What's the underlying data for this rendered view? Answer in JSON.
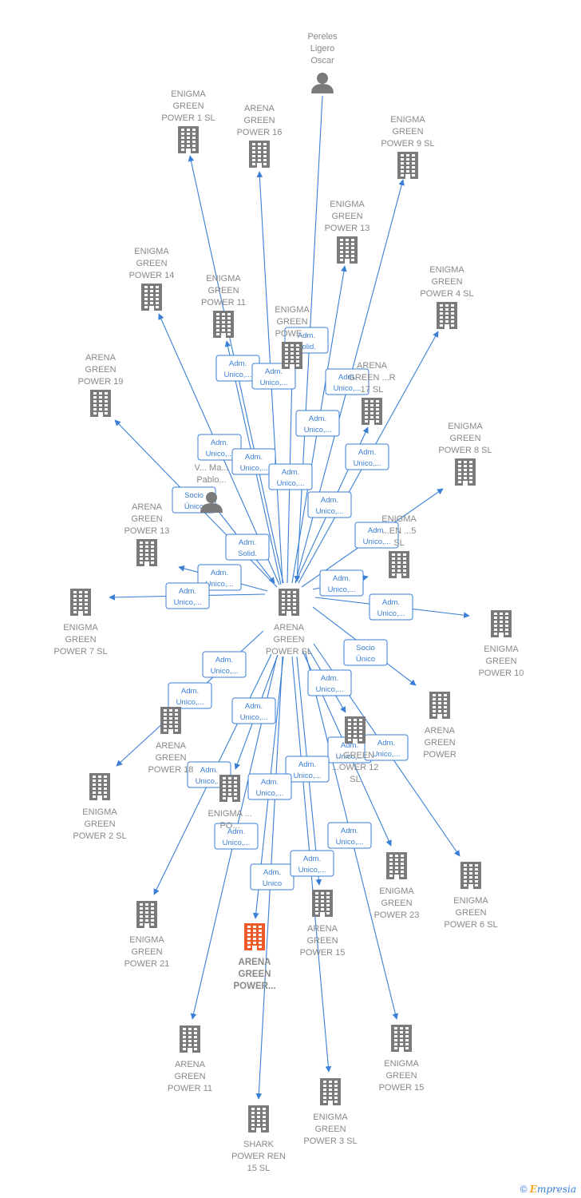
{
  "center": {
    "name": "ARENA GREEN POWER SL"
  },
  "nodes": [
    {
      "id": "pereles",
      "label": "Pereles Ligero Oscar",
      "type": "person"
    },
    {
      "id": "vm",
      "label": "V... Ma... Pablo...",
      "type": "person"
    },
    {
      "id": "egp1",
      "label": "ENIGMA GREEN POWER 1 SL",
      "type": "company"
    },
    {
      "id": "agp16",
      "label": "ARENA GREEN POWER 16 SL",
      "type": "company"
    },
    {
      "id": "egp9",
      "label": "ENIGMA GREEN POWER 9 SL",
      "type": "company"
    },
    {
      "id": "egp13",
      "label": "ENIGMA GREEN POWER 13 SL",
      "type": "company"
    },
    {
      "id": "egp4",
      "label": "ENIGMA GREEN POWER 4 SL",
      "type": "company"
    },
    {
      "id": "egp14",
      "label": "ENIGMA GREEN POWER 14 SL",
      "type": "company"
    },
    {
      "id": "egp11",
      "label": "ENIGMA GREEN POWER 11 SL",
      "type": "company"
    },
    {
      "id": "egp_mid",
      "label": "ENIGMA GREEN POWE...",
      "type": "company"
    },
    {
      "id": "agp17",
      "label": "ARENA GREEN ...R 17 SL",
      "type": "company"
    },
    {
      "id": "agp19",
      "label": "ARENA GREEN POWER 19 SL",
      "type": "company"
    },
    {
      "id": "egp8",
      "label": "ENIGMA GREEN POWER 8 SL",
      "type": "company"
    },
    {
      "id": "agp13",
      "label": "ARENA GREEN POWER 13 SL",
      "type": "company"
    },
    {
      "id": "egp5",
      "label": "ENIGMA ...EN ...5 SL",
      "type": "company"
    },
    {
      "id": "egp7",
      "label": "ENIGMA GREEN POWER 7 SL",
      "type": "company"
    },
    {
      "id": "egp10",
      "label": "ENIGMA GREEN POWER 10 SL",
      "type": "company"
    },
    {
      "id": "agp14",
      "label": "ARENA GREEN POWER 14...",
      "type": "company"
    },
    {
      "id": "agp18",
      "label": "ARENA GREEN POWER 18",
      "type": "company"
    },
    {
      "id": "agp12",
      "label": "...GREEN ...OWER 12 SL",
      "type": "company"
    },
    {
      "id": "egp2",
      "label": "ENIGMA GREEN POWER 2 SL",
      "type": "company"
    },
    {
      "id": "egp_pow",
      "label": "ENIGMA ... PO...",
      "type": "company"
    },
    {
      "id": "egp23",
      "label": "ENIGMA GREEN POWER 23 SL",
      "type": "company"
    },
    {
      "id": "egp6",
      "label": "ENIGMA GREEN POWER 6 SL",
      "type": "company"
    },
    {
      "id": "egp21",
      "label": "ENIGMA GREEN POWER 21 SL",
      "type": "company"
    },
    {
      "id": "agp_hl",
      "label": "ARENA GREEN POWER...",
      "type": "company",
      "highlight": true
    },
    {
      "id": "agp15",
      "label": "ARENA GREEN POWER 15 SL",
      "type": "company"
    },
    {
      "id": "agp11",
      "label": "ARENA GREEN POWER 11 SL",
      "type": "company"
    },
    {
      "id": "egp15",
      "label": "ENIGMA GREEN POWER 15 SL",
      "type": "company"
    },
    {
      "id": "shark15",
      "label": "SHARK POWER REN 15 SL",
      "type": "company"
    },
    {
      "id": "egp3",
      "label": "ENIGMA GREEN POWER 3 SL",
      "type": "company"
    }
  ],
  "edge_labels": [
    "Adm. Solid.",
    "Adm. Unico,...",
    "Adm. Unico,...",
    "Adm. Unico,...",
    "Adm. Unico,...",
    "Adm. Unico,...",
    "Adm. Unico,...",
    "Adm. Unico,...",
    "Adm. Unico,...",
    "Adm. Unico,...",
    "Socio Único",
    "Adm. Solid.",
    "Adm. Unico,...",
    "Adm. Unico,...",
    "Adm. Unico,...",
    "Adm. Unico,...",
    "Adm. Unico,...",
    "Socio Único",
    "Adm. Unico,...",
    "Adm. Unico,...",
    "Adm. Unico,...",
    "Adm. Unico,...",
    "Adm. Unico,...",
    "Adm. Unico,...",
    "Adm. Unico,...",
    "Adm. Unico,...",
    "Adm. Unico,...",
    "Adm. Unico,...",
    "Adm. Unico",
    "Adm. Unico,..."
  ],
  "copyright": {
    "symbol": "©",
    "brand_initial": "E",
    "brand_rest": "mpresia"
  }
}
